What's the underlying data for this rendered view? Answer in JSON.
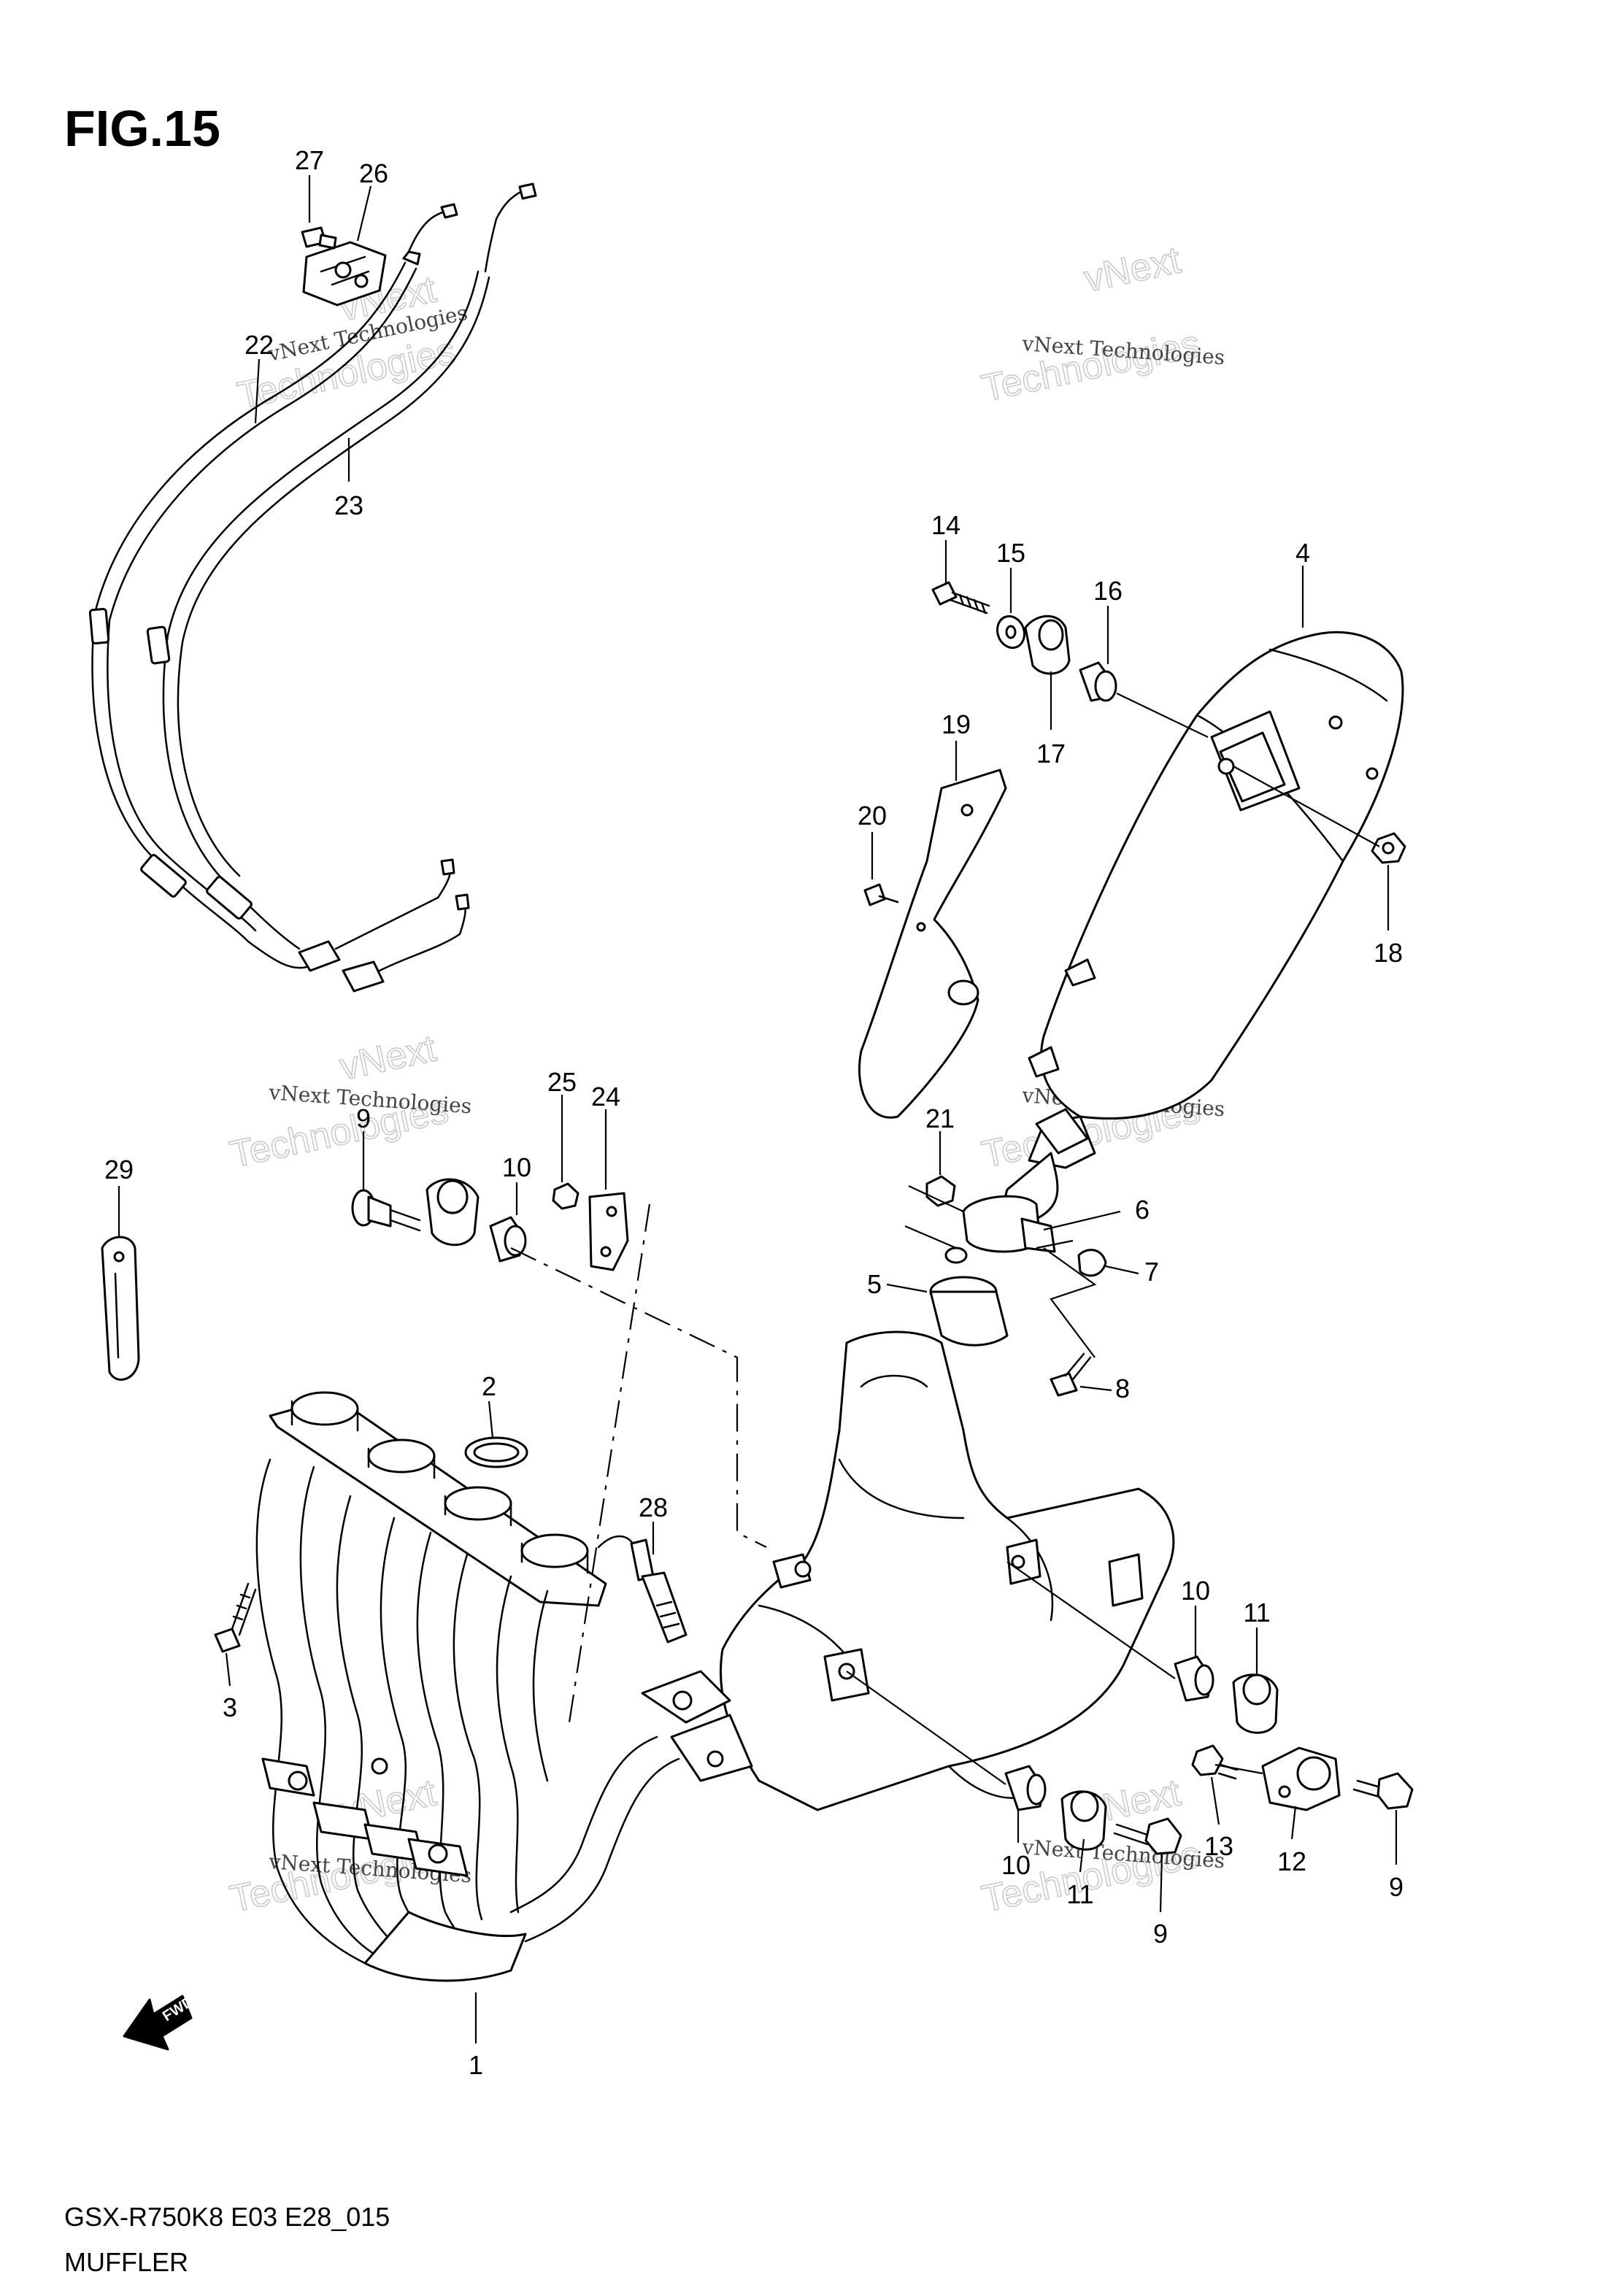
{
  "figure": {
    "title": "FIG.15",
    "code": "GSX-R750K8 E03 E28_015",
    "name": "MUFFLER",
    "fwd_label": "FWD"
  },
  "watermark": {
    "line1": "vNext Technologies",
    "big1": "vNext",
    "big2": "Technologies"
  },
  "callouts": [
    {
      "label": "27"
    },
    {
      "label": "26"
    },
    {
      "label": "22"
    },
    {
      "label": "23"
    },
    {
      "label": "14"
    },
    {
      "label": "15"
    },
    {
      "label": "16"
    },
    {
      "label": "4"
    },
    {
      "label": "17"
    },
    {
      "label": "19"
    },
    {
      "label": "20"
    },
    {
      "label": "18"
    },
    {
      "label": "9"
    },
    {
      "label": "25"
    },
    {
      "label": "24"
    },
    {
      "label": "10"
    },
    {
      "label": "21"
    },
    {
      "label": "29"
    },
    {
      "label": "6"
    },
    {
      "label": "7"
    },
    {
      "label": "5"
    },
    {
      "label": "8"
    },
    {
      "label": "2"
    },
    {
      "label": "28"
    },
    {
      "label": "3"
    },
    {
      "label": "10"
    },
    {
      "label": "11"
    },
    {
      "label": "10"
    },
    {
      "label": "13"
    },
    {
      "label": "12"
    },
    {
      "label": "9"
    },
    {
      "label": "11"
    },
    {
      "label": "9"
    },
    {
      "label": "1"
    }
  ]
}
